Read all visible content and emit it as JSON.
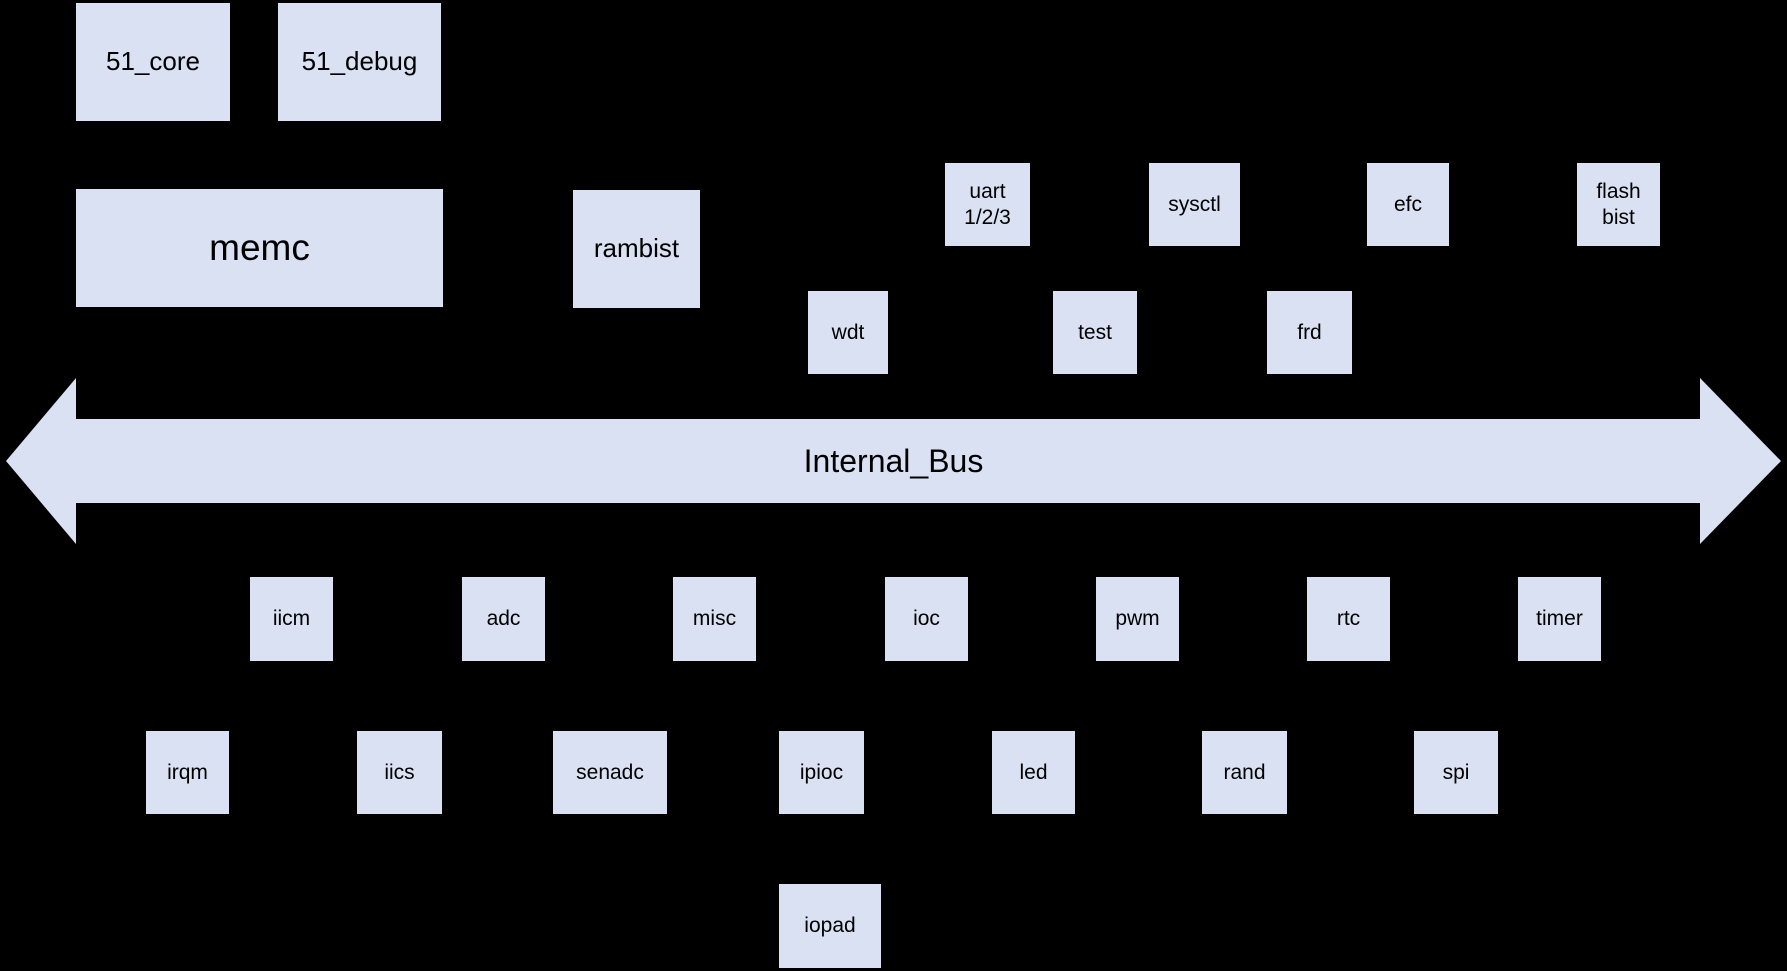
{
  "colors": {
    "background": "#000000",
    "block_fill": "#d9e1f3",
    "label_text": "#000000"
  },
  "bus": {
    "label": "Internal_Bus"
  },
  "blocks": {
    "core51": "51_core",
    "debug51": "51_debug",
    "memc": "memc",
    "rambist": "rambist",
    "uart": "uart\n1/2/3",
    "sysctl": "sysctl",
    "efc": "efc",
    "flashbist": "flash\nbist",
    "wdt": "wdt",
    "test": "test",
    "frd": "frd",
    "iicm": "iicm",
    "adc": "adc",
    "misc": "misc",
    "ioc": "ioc",
    "pwm": "pwm",
    "rtc": "rtc",
    "timer": "timer",
    "irqm": "irqm",
    "iics": "iics",
    "senadc": "senadc",
    "ipioc": "ipioc",
    "led": "led",
    "rand": "rand",
    "spi": "spi",
    "iopad": "iopad"
  }
}
